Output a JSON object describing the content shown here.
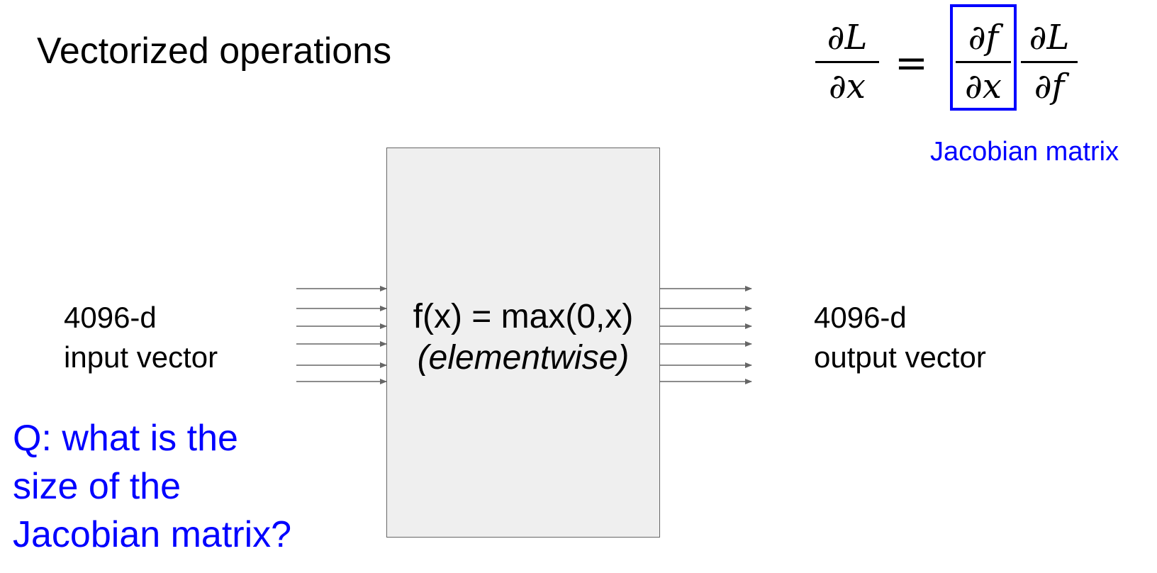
{
  "title": "Vectorized operations",
  "formula": {
    "lhs_num": "∂L",
    "lhs_den": "∂x",
    "eq": "=",
    "jac_num": "∂f",
    "jac_den": "∂x",
    "rhs_num": "∂L",
    "rhs_den": "∂f"
  },
  "jacobian_label": "Jacobian matrix",
  "function_box": {
    "line1": "f(x) = max(0,x)",
    "line2": "(elementwise)"
  },
  "input": {
    "line1": "4096-d",
    "line2": "input vector"
  },
  "output": {
    "line1": "4096-d",
    "line2": "output vector"
  },
  "question": [
    "Q: what is the",
    "size of the",
    "Jacobian matrix?"
  ],
  "colors": {
    "accent": "#0000ff",
    "box_fill": "#efefef",
    "arrow": "#666666"
  }
}
